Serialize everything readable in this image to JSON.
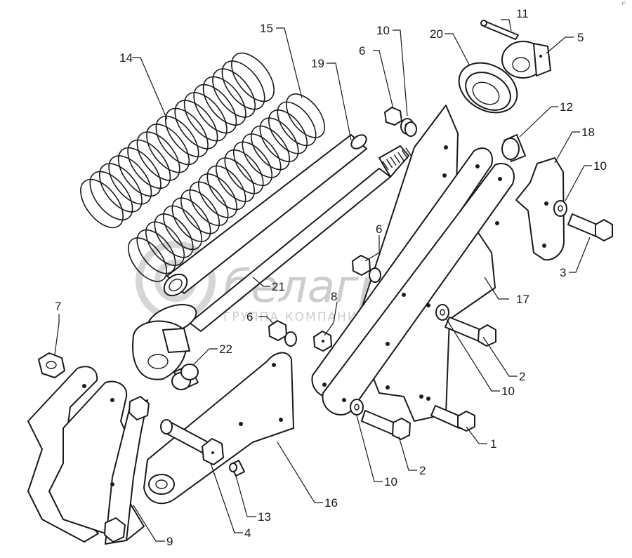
{
  "diagram": {
    "corner_mark": "r/-",
    "watermark": {
      "brand": "белагро",
      "subtitle": "ГРУППА КОМПАНИЙ"
    },
    "callouts": [
      "1",
      "2",
      "2",
      "3",
      "4",
      "5",
      "6",
      "6",
      "6",
      "7",
      "8",
      "9",
      "10",
      "10",
      "10",
      "10",
      "11",
      "12",
      "13",
      "14",
      "15",
      "16",
      "17",
      "18",
      "19",
      "20",
      "21",
      "22"
    ],
    "parts": {
      "14": "coil-spring-outer",
      "15": "coil-spring-inner",
      "19": "tube",
      "21": "threaded-rod",
      "22": "bushing",
      "12": "spacer-sleeve",
      "20": "spring-cup",
      "5": "bearing-housing",
      "11": "pin",
      "16": "mounting-plate",
      "17": "side-bracket",
      "18": "small-bracket",
      "9": "lever-plate",
      "7": "nut",
      "4": "bolt",
      "13": "grease-nipple",
      "1": "bolt",
      "2": "bolt",
      "3": "bolt",
      "6": "nut",
      "8": "nut",
      "10": "washer"
    }
  }
}
